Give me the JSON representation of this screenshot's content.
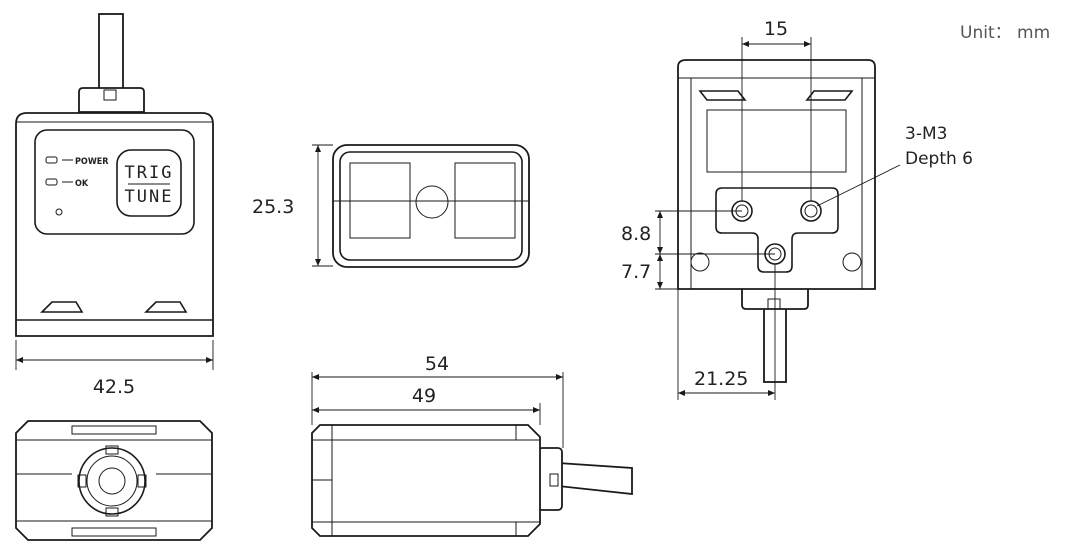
{
  "unit_label": "Unit： mm",
  "front_view": {
    "power_label": "POWER",
    "ok_label": "OK",
    "button_line1": "TRIG",
    "button_line2": "TUNE",
    "width_dim": "42.5"
  },
  "side_view": {
    "height_dim": "25.3"
  },
  "top_view": {
    "length_total_dim": "54",
    "length_body_dim": "49"
  },
  "rear_view": {
    "hole_spacing_dim": "15",
    "hole_label_line1": "3-M3",
    "hole_label_line2": "Depth 6",
    "vertical_dim_upper": "8.8",
    "vertical_dim_lower": "7.7",
    "horizontal_offset_dim": "21.25"
  }
}
